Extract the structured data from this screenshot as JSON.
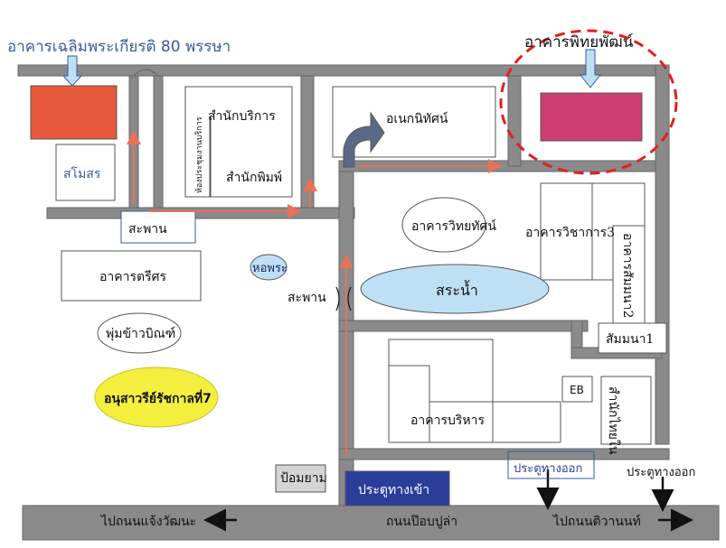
{
  "map": {
    "labels": {
      "building_chalerm": "อาคารเฉลิมพระเกียรติ 80 พรรษา",
      "building_phitthayaphat": "อาคารพิทยพัฒน์",
      "samosorn": "สโมสร",
      "samnak_borikan": "สำนักบริการ",
      "samnak_phim": "สำนักพิมพ์",
      "vertical_note": "ห้องประชุมงานบริการ",
      "anek_nithat": "อเนกนิทัศน์",
      "saphan_left": "สะพาน",
      "building_trisorn": "อาคารตรีศร",
      "hor_phra": "หอพระ",
      "saphan_mid": "สะพาน",
      "phum_khao_bin": "พุ่มข้าวบิณฑ์",
      "monument_rama7": "อนุสาวรีย์รัชกาลที่7",
      "building_witthayathat": "อาคารวิทยทัศน์",
      "pond": "สระน้ำ",
      "building_wichakan3": "อาคารวิชาการ3",
      "building_sammana2": "อาคารสัมมนา2",
      "sammana1": "สัมมนา1",
      "eb": "EB",
      "building_borihan": "อาคารบริหาร",
      "samnak_thai": "สำนักไทยใน",
      "pom_yam": "ป้อมยาม",
      "gate_entrance": "ประตูทางเข้า",
      "gate_exit_1": "ประตูทางออก",
      "gate_exit_2": "ประตูทางออก",
      "road_left": "ไปถนนแจ้งวัฒนะ",
      "road_center": "ถนนป๊อบปูล่า",
      "road_right": "ไปถนนติวานนท์"
    }
  },
  "colors": {
    "road": "#8a8a8a",
    "building_outline": "#555555",
    "building_chalerm": "#e8593b",
    "building_phitthayaphat": "#cc3d72",
    "pond": "#bfe0f4",
    "hor_phra": "#bfe0f4",
    "monument": "#f4ef3e",
    "gate_entrance": "#2b3d9a",
    "route_arrow": "#e3735a",
    "highlight_circle": "#e02020",
    "title_blue": "#3a5a9e"
  }
}
